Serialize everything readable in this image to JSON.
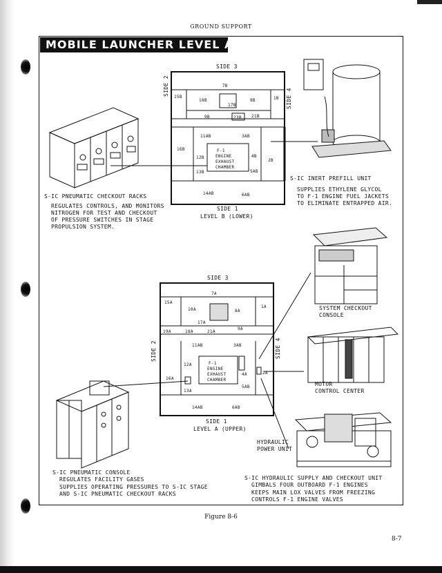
{
  "running_head": "GROUND SUPPORT",
  "title": "MOBILE LAUNCHER LEVEL A AND B",
  "level_b": {
    "side_top": "SIDE 3",
    "side_left": "SIDE 2",
    "side_right": "SIDE 4",
    "side_bottom": "SIDE 1",
    "level_label": "LEVEL B (LOWER)",
    "rooms": [
      "7B",
      "15B",
      "18B",
      "17B",
      "8B",
      "1B",
      "9B",
      "23B",
      "21B",
      "11AB",
      "3AB",
      "16B",
      "12B",
      "4B",
      "2B",
      "13B",
      "5AB",
      "14AB",
      "6AB"
    ],
    "center_label": [
      "F-1",
      "ENGINE",
      "EXHAUST",
      "CHAMBER"
    ]
  },
  "level_a": {
    "side_top": "SIDE 3",
    "side_left": "SIDE 2",
    "side_right": "SIDE 4",
    "side_bottom": "SIDE 1",
    "level_label": "LEVEL A (UPPER)",
    "rooms": [
      "7A",
      "15A",
      "10A",
      "8A",
      "1A",
      "17A",
      "19A",
      "18A",
      "21A",
      "9A",
      "11AB",
      "3AB",
      "12A",
      "4A",
      "2A",
      "16A",
      "13A",
      "5AB",
      "14AB",
      "6AB"
    ],
    "center_label": [
      "F-1",
      "ENGINE",
      "EXHAUST",
      "CHAMBER"
    ]
  },
  "callouts": {
    "pneumatic_racks": {
      "title": "S-IC PNEUMATIC CHECKOUT RACKS",
      "lines": [
        "REGULATES CONTROLS, AND MONITORS",
        "NITROGEN FOR TEST AND CHECKOUT",
        "OF PRESSURE SWITCHES IN STAGE",
        "PROPULSION SYSTEM."
      ]
    },
    "inert_prefill": {
      "title": "S-IC INERT PREFILL UNIT",
      "lines": [
        "SUPPLIES ETHYLENE GLYCOL",
        "TO F-1 ENGINE FUEL JACKETS",
        "TO ELIMINATE ENTRAPPED AIR."
      ]
    },
    "system_checkout": {
      "lines": [
        "SYSTEM CHECKOUT",
        "CONSOLE"
      ]
    },
    "motor_control": {
      "lines": [
        "MOTOR",
        "CONTROL CENTER"
      ]
    },
    "hydraulic_power": {
      "lines": [
        "HYDRAULIC",
        "POWER UNIT"
      ]
    },
    "pneumatic_console": {
      "title": "S-IC PNEUMATIC CONSOLE",
      "lines": [
        "REGULATES FACILITY GASES",
        "SUPPLIES OPERATING PRESSURES TO S-IC STAGE",
        "AND S-IC PNEUMATIC CHECKOUT RACKS"
      ]
    },
    "hydraulic_supply": {
      "title": "S-IC HYDRAULIC SUPPLY AND CHECKOUT UNIT",
      "lines": [
        "GIMBALS FOUR OUTBOARD F-1 ENGINES",
        "KEEPS MAIN LOX VALVES FROM FREEZING",
        "CONTROLS F-1 ENGINE VALVES"
      ]
    }
  },
  "caption": "Figure 8-6",
  "page_number": "8-7"
}
